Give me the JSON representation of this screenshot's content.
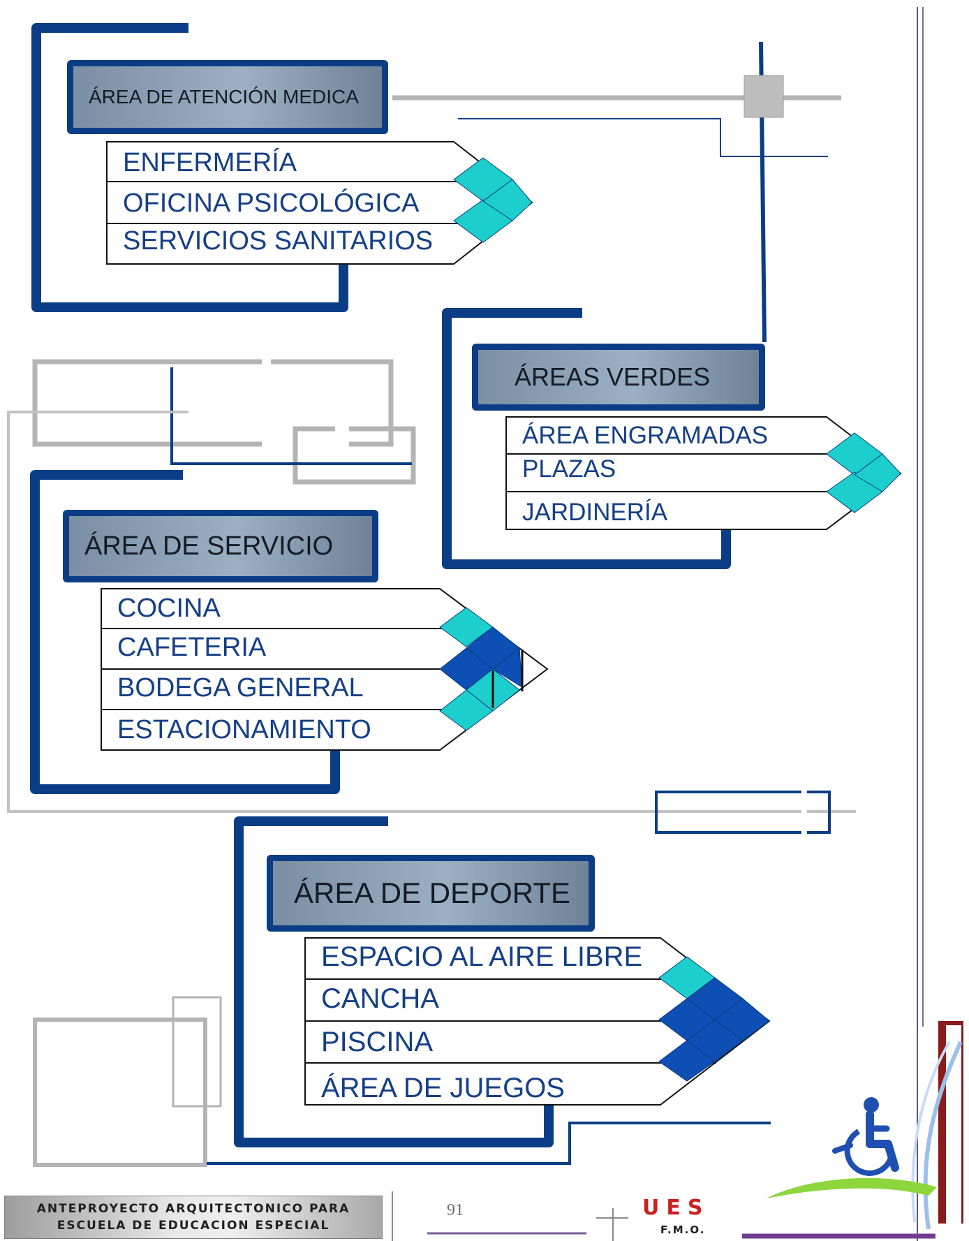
{
  "colors": {
    "frame": "#0b3d86",
    "list_text": "#153f86",
    "cyan_tile": "#1ccfcc",
    "blue_tile": "#0d4fb5",
    "grey_line": "#b4b4b4",
    "brand_red": "#cc1f1f"
  },
  "groups": [
    {
      "title": "ÁREA DE ATENCIÓN MEDICA",
      "items": [
        "ENFERMERÍA",
        "OFICINA PSICOLÓGICA",
        "SERVICIOS SANITARIOS"
      ]
    },
    {
      "title": "ÁREAS VERDES",
      "items": [
        "ÁREA ENGRAMADAS",
        "PLAZAS",
        "JARDINERÍA"
      ]
    },
    {
      "title": "ÁREA DE SERVICIO",
      "items": [
        "COCINA",
        "CAFETERIA",
        "BODEGA GENERAL",
        "ESTACIONAMIENTO"
      ]
    },
    {
      "title": "ÁREA DE DEPORTE",
      "items": [
        "ESPACIO AL AIRE LIBRE",
        "CANCHA",
        "PISCINA",
        "ÁREA DE JUEGOS"
      ]
    }
  ],
  "footer": {
    "project_line1": "ANTEPROYECTO ARQUITECTONICO PARA",
    "project_line2": "ESCUELA DE EDUCACION ESPECIAL",
    "page_number": "91",
    "brand": "UES",
    "brand_sub": "F.M.O."
  },
  "icons": {
    "accessibility": "wheelchair-icon",
    "leaf": "green-leaf-icon"
  }
}
